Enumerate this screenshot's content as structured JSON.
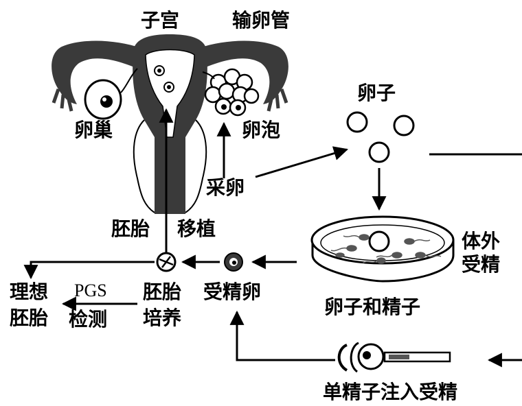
{
  "labels": {
    "uterus": "子宫",
    "fallopian_tube": "输卵管",
    "ovary": "卵巢",
    "follicle": "卵泡",
    "egg_retrieval": "采卵",
    "egg": "卵子",
    "embryo": "胚胎",
    "transfer": "移植",
    "in_vitro_fertilization_line1": "体外",
    "in_vitro_fertilization_line2": "受精",
    "egg_and_sperm": "卵子和精子",
    "fertilized_egg": "受精卵",
    "embryo_culture_line1": "胚胎",
    "embryo_culture_line2": "培养",
    "pgs": "PGS",
    "detection": "检测",
    "ideal_line1": "理想",
    "ideal_line2": "胚胎",
    "icsi": "单精子注入受精"
  },
  "colors": {
    "ink": "#000000",
    "organ": "#3a3a3a",
    "paper": "#ffffff",
    "sperm": "#555555"
  }
}
